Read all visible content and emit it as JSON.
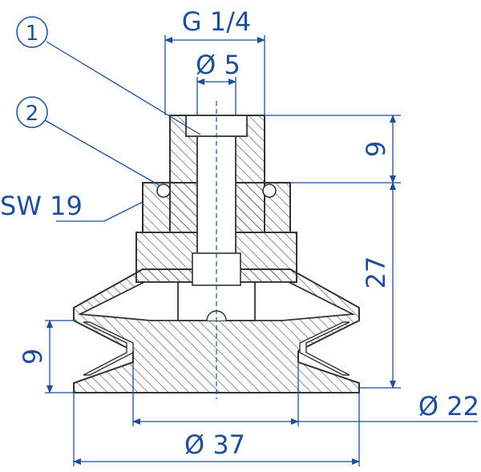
{
  "drawing": {
    "colors": {
      "dimension": "#1f4e96",
      "outline": "#333333",
      "hatch": "#444444",
      "background": "#ffffff"
    },
    "dimensions": {
      "thread": "G 1/4",
      "bore": "Ø 5",
      "height_top": "9",
      "height_total": "27",
      "height_bellows": "9",
      "wrench_size": "SW 19",
      "diameter_small": "Ø 22",
      "diameter_large": "Ø 37"
    },
    "callouts": {
      "part_1": "1",
      "part_2": "2"
    }
  }
}
